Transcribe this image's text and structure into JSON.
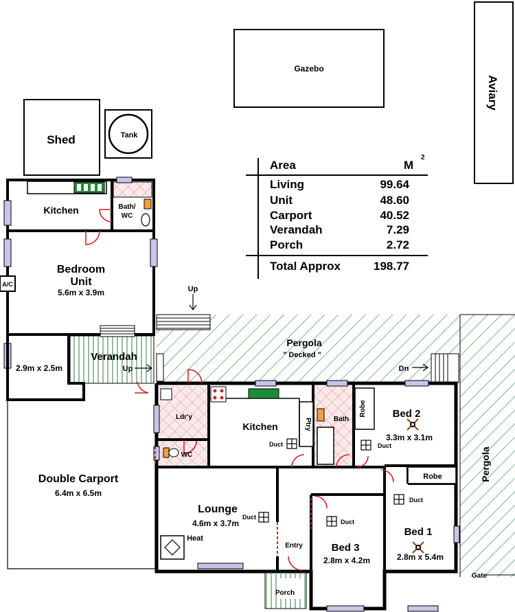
{
  "labels": {
    "gazebo": "Gazebo",
    "aviary": "Aviary",
    "shed": "Shed",
    "tank": "Tank",
    "kitchen_unit": "Kitchen",
    "bath_wc_1": "Bath/",
    "bath_wc_2": "WC",
    "bedroom_unit_1": "Bedroom",
    "bedroom_unit_2": "Unit",
    "bedroom_unit_dim": "5.6m x 3.9m",
    "ac": "A/C",
    "up_top": "Up",
    "verandah": "Verandah",
    "verandah_dim": "2.9m x 2.5m",
    "up_verandah": "Up",
    "pergola_top": "Pergola",
    "decked": "\" Decked \"",
    "dn": "Dn",
    "laundry": "Ldr'y",
    "wc": "WC",
    "kitchen_main": "Kitchen",
    "duct_kitchen": "Duct",
    "pantry": "Ptry",
    "bath": "Bath",
    "robe_1": "Robe",
    "bed2": "Bed 2",
    "bed2_dim": "3.3m x 3.1m",
    "duct_bed2": "Duct",
    "robe_2": "Robe",
    "duct_hall": "Duct",
    "pergola_side": "Pergola",
    "double_carport": "Double Carport",
    "carport_dim": "6.4m x 6.5m",
    "lounge": "Lounge",
    "lounge_dim": "4.6m x 3.7m",
    "duct_lounge": "Duct",
    "heat": "Heat",
    "entry": "Entry",
    "porch": "Porch",
    "bed3": "Bed 3",
    "bed3_dim": "2.8m x 4.2m",
    "duct_bed3": "Duct",
    "bed1": "Bed 1",
    "bed1_dim": "2.8m x 5.4m",
    "gate": "Gate"
  },
  "area_table": {
    "header_label": "Area",
    "header_unit": "M",
    "header_sup": "2",
    "rows": [
      {
        "label": "Living",
        "value": "99.64"
      },
      {
        "label": "Unit",
        "value": "48.60"
      },
      {
        "label": "Carport",
        "value": "40.52"
      },
      {
        "label": "Verandah",
        "value": "7.29"
      },
      {
        "label": "Porch",
        "value": "2.72"
      }
    ],
    "total_label": "Total Approx",
    "total_value": "198.77"
  },
  "colors": {
    "wall": "#000000",
    "window": "#c9c4ea",
    "door": "#cc2222",
    "pergola_hatch": "#1f8a3a",
    "tile": "#d99090",
    "appliance": "#1f8a3a"
  }
}
